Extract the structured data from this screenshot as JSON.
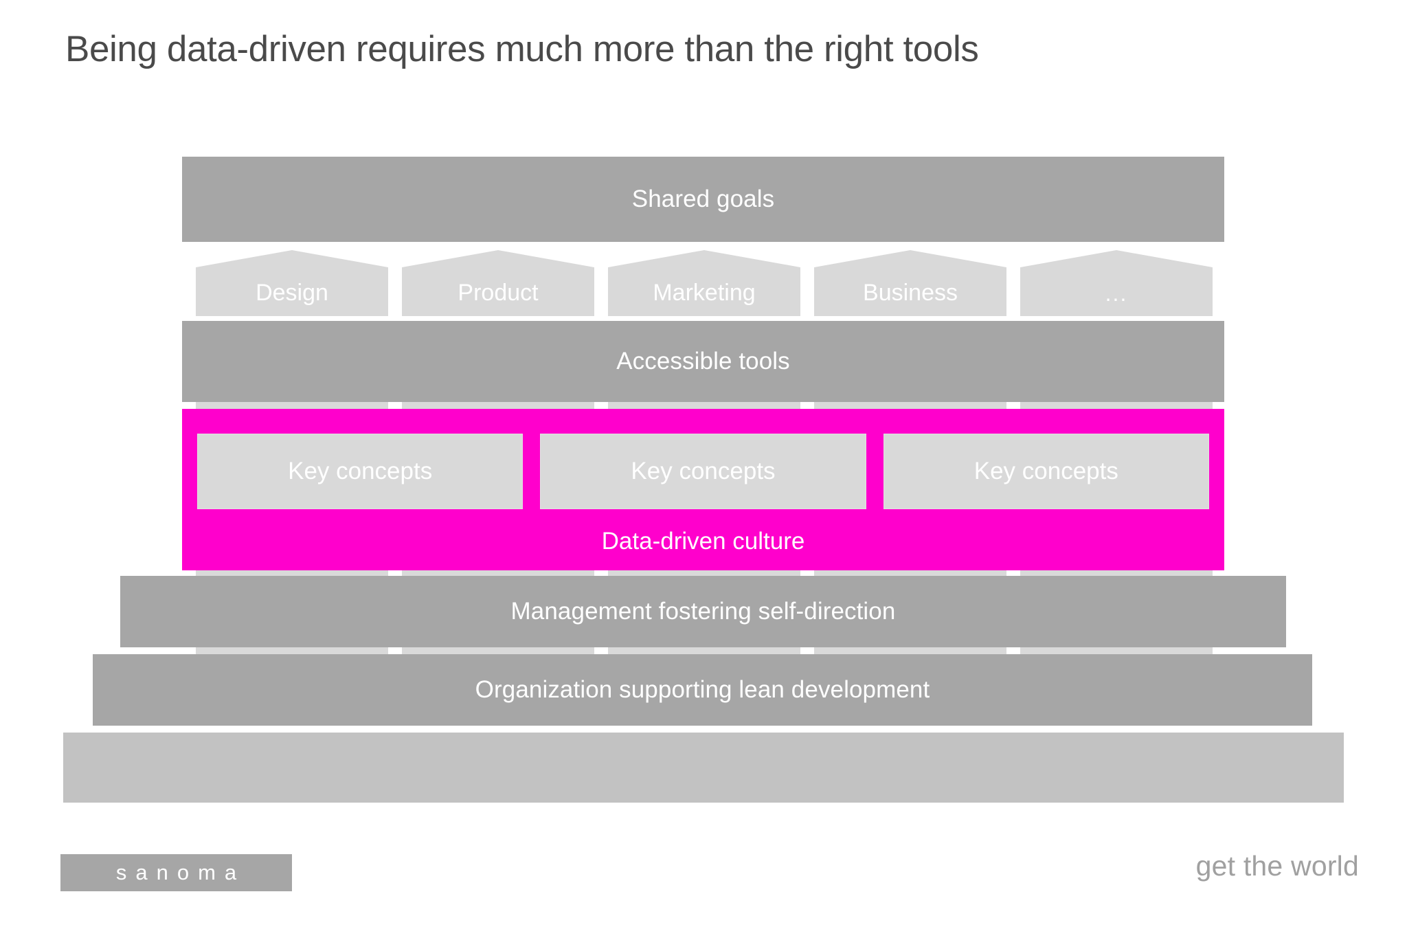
{
  "slide": {
    "title": "Being data-driven requires much more than the right tools"
  },
  "diagram": {
    "type": "layered-pyramid",
    "layers": [
      {
        "id": "shared-goals",
        "label": "Shared goals",
        "level": 1,
        "color": "#a6a6a6"
      },
      {
        "id": "pillars",
        "label": "",
        "level": 2,
        "color": "#d9d9d9"
      },
      {
        "id": "accessible-tools",
        "label": "Accessible tools",
        "level": 3,
        "color": "#a6a6a6"
      },
      {
        "id": "culture",
        "label": "Data-driven culture",
        "level": 4,
        "color": "#ff00cc"
      },
      {
        "id": "management",
        "label": "Management fostering self-direction",
        "level": 5,
        "color": "#a6a6a6"
      },
      {
        "id": "organization",
        "label": "Organization supporting lean development",
        "level": 6,
        "color": "#a6a6a6"
      },
      {
        "id": "base",
        "label": "",
        "level": 7,
        "color": "#c2c2c2"
      }
    ],
    "pillars": [
      {
        "label": "Design"
      },
      {
        "label": "Product"
      },
      {
        "label": "Marketing"
      },
      {
        "label": "Business"
      },
      {
        "label": "..."
      }
    ],
    "concepts": [
      {
        "label": "Key concepts"
      },
      {
        "label": "Key concepts"
      },
      {
        "label": "Key concepts"
      }
    ]
  },
  "colors": {
    "accent_magenta": "#ff00cc",
    "band_grey": "#a6a6a6",
    "band_grey_light": "#c2c2c2",
    "pillar_grey": "#d9d9d9",
    "title_grey": "#4a4a4a",
    "tagline_grey": "#a0a0a0",
    "background": "#ffffff"
  },
  "footer": {
    "logo_text": "sanoma",
    "tagline": "get the world"
  }
}
